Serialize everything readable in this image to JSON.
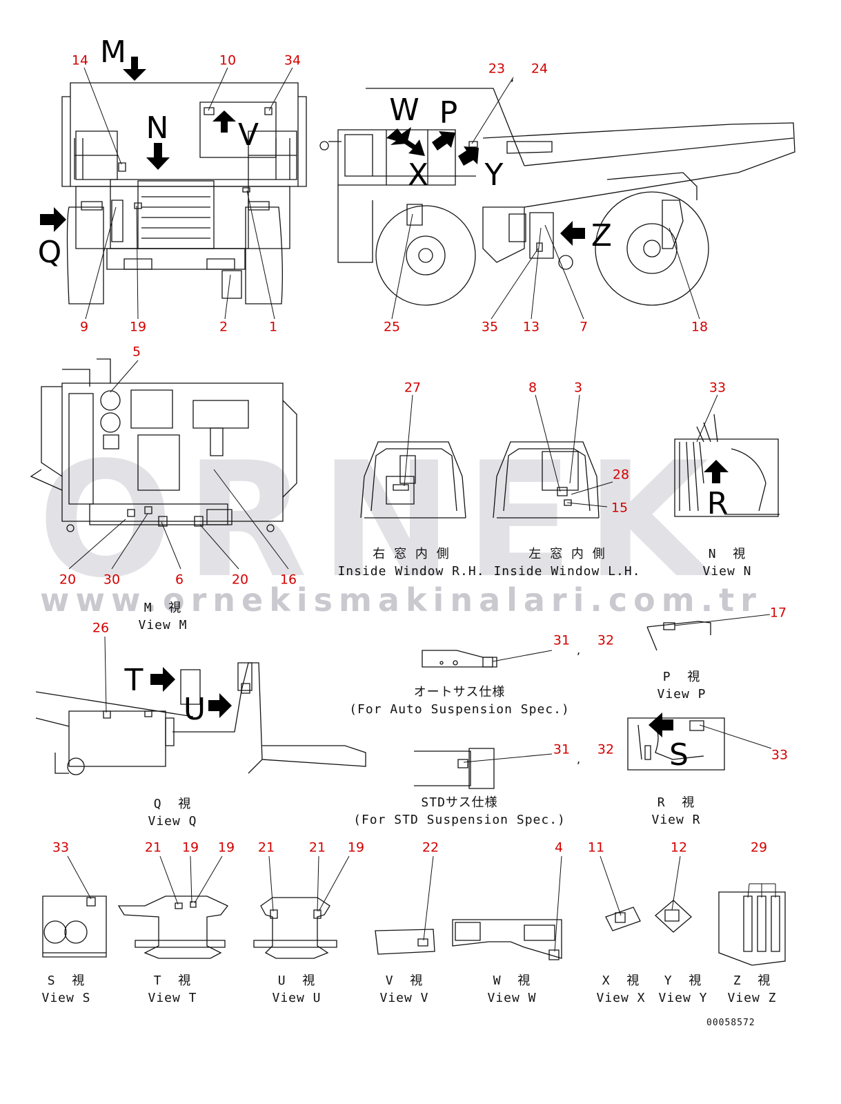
{
  "watermark": {
    "brand": "ORNEK",
    "url": "www.ornekismakinalari.com.tr"
  },
  "drawing_number": "00058572",
  "direction_letters": [
    "M",
    "N",
    "Q",
    "W",
    "P",
    "X",
    "Y",
    "Z",
    "V",
    "R",
    "S",
    "T",
    "U"
  ],
  "part_numbers": {
    "front": [
      "14",
      "10",
      "34",
      "9",
      "19",
      "2",
      "1"
    ],
    "side": [
      "23",
      "24",
      "25",
      "35",
      "13",
      "7",
      "18"
    ],
    "view_m": [
      "5",
      "20",
      "30",
      "6",
      "20",
      "16"
    ],
    "windows": [
      "27",
      "8",
      "3",
      "28",
      "15"
    ],
    "view_n": [
      "33"
    ],
    "view_q": [
      "26"
    ],
    "auto_susp": [
      "31",
      "32"
    ],
    "view_p": [
      "17"
    ],
    "std_susp": [
      "31",
      "32"
    ],
    "view_r": [
      "33"
    ],
    "view_s": [
      "33"
    ],
    "view_t": [
      "21",
      "19",
      "19"
    ],
    "view_u": [
      "21",
      "21",
      "19"
    ],
    "view_v": [
      "22"
    ],
    "view_w": [
      "4"
    ],
    "view_x": [
      "11"
    ],
    "view_y": [
      "12"
    ],
    "view_z": [
      "29"
    ]
  },
  "view_labels": {
    "inside_rh": {
      "jp": "右 窓 内 側",
      "en": "Inside Window R.H."
    },
    "inside_lh": {
      "jp": "左 窓 内 側",
      "en": "Inside Window L.H."
    },
    "view_n": {
      "jp": "N  視",
      "en": "View N"
    },
    "view_m": {
      "jp": "M  視",
      "en": "View M"
    },
    "auto_susp": {
      "jp": "オートサス仕様",
      "en": "(For Auto Suspension Spec.)"
    },
    "view_p": {
      "jp": "P  視",
      "en": "View P"
    },
    "view_q": {
      "jp": "Q  視",
      "en": "View Q"
    },
    "std_susp": {
      "jp": "STDサス仕様",
      "en": "(For STD Suspension Spec.)"
    },
    "view_r": {
      "jp": "R  視",
      "en": "View R"
    },
    "view_s": {
      "jp": "S  視",
      "en": "View S"
    },
    "view_t": {
      "jp": "T  視",
      "en": "View T"
    },
    "view_u": {
      "jp": "U  視",
      "en": "View U"
    },
    "view_v": {
      "jp": "V  視",
      "en": "View V"
    },
    "view_w": {
      "jp": "W  視",
      "en": "View W"
    },
    "view_x": {
      "jp": "X  視",
      "en": "View X"
    },
    "view_y": {
      "jp": "Y  視",
      "en": "View Y"
    },
    "view_z": {
      "jp": "Z  視",
      "en": "View Z"
    }
  },
  "colors": {
    "part_number": "#d40000",
    "line": "#111111",
    "watermark": "#e2e2e6"
  }
}
